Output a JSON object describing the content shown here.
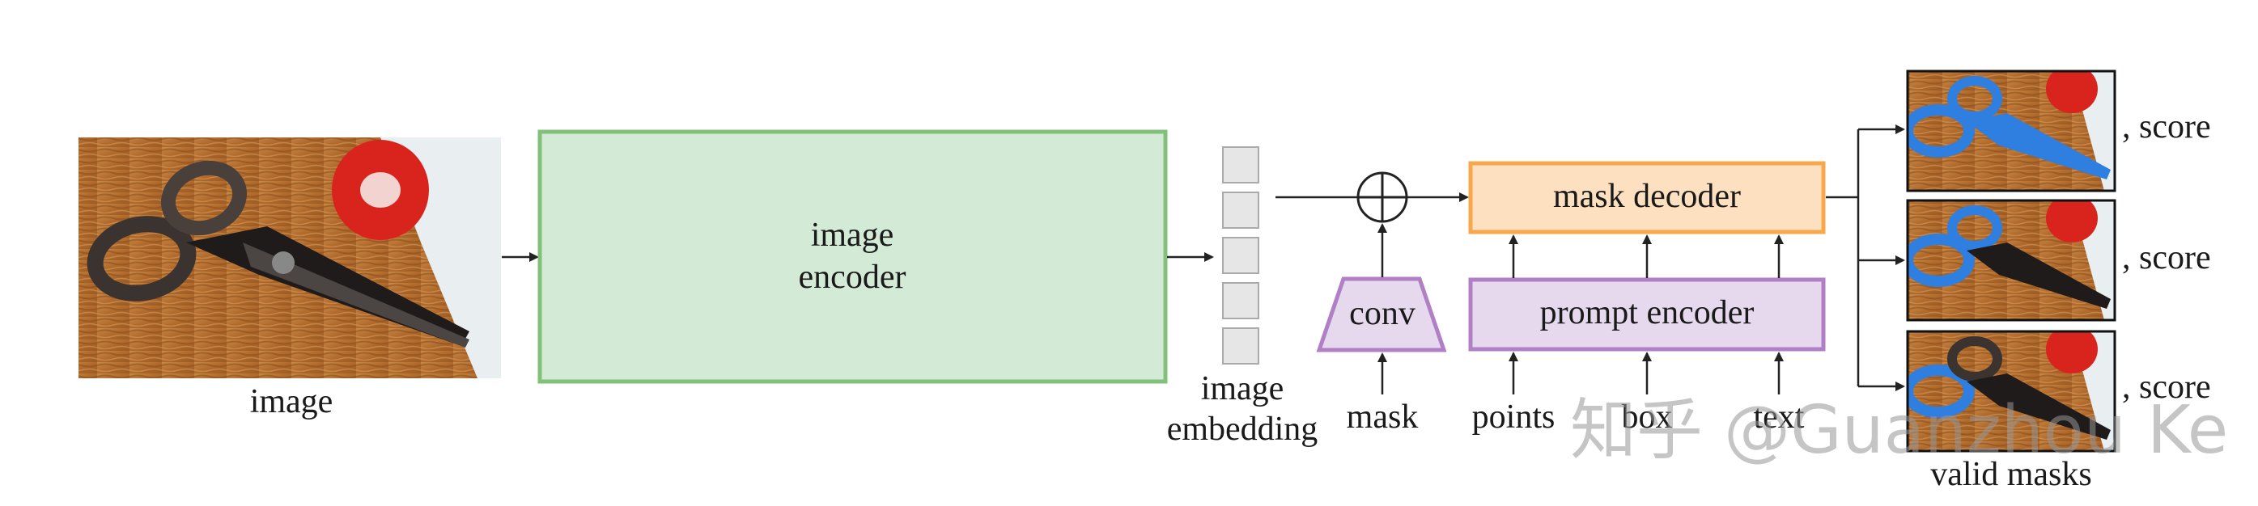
{
  "labels": {
    "image": "image",
    "image_encoder_line1": "image",
    "image_encoder_line2": "encoder",
    "embedding_line1": "image",
    "embedding_line2": "embedding",
    "conv": "conv",
    "mask": "mask",
    "mask_decoder": "mask decoder",
    "prompt_encoder": "prompt encoder",
    "points": "points",
    "box": "box",
    "text": "text",
    "score_1": ", score",
    "score_2": ", score",
    "score_3": ", score",
    "valid_masks": "valid masks"
  },
  "watermark": "知乎 @Guanzhou Ke",
  "colors": {
    "encoder_fill": "#d3ebd6",
    "encoder_stroke": "#82c17a",
    "decoder_fill": "#fde0bf",
    "decoder_stroke": "#f6a84a",
    "prompt_fill": "#e6d9ee",
    "prompt_stroke": "#b07fc6",
    "embedding_fill": "#e6e6e6",
    "embedding_stroke": "#aaaaaa",
    "wood": "#b9763a",
    "mask_blue": "#2f7fe0"
  }
}
